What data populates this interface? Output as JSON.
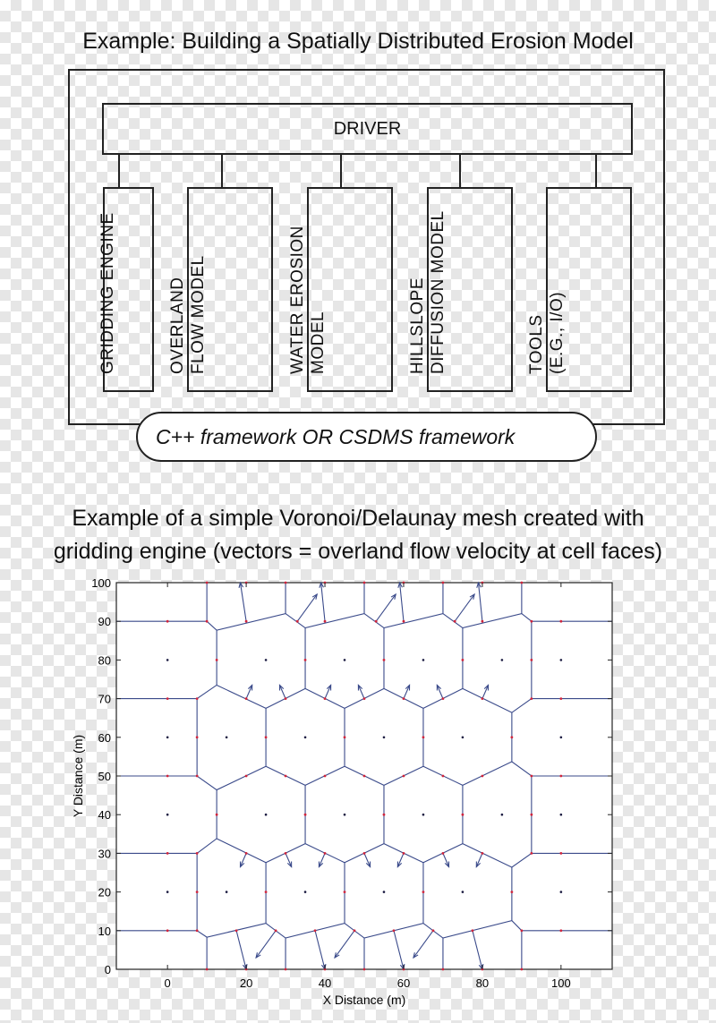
{
  "diagram": {
    "title": "Example: Building a Spatially Distributed Erosion  Model",
    "driver": "DRIVER",
    "modules": [
      {
        "line1": "GRIDDING ENGINE",
        "line2": ""
      },
      {
        "line1": "OVERLAND",
        "line2": "FLOW MODEL"
      },
      {
        "line1": "WATER EROSION",
        "line2": "MODEL"
      },
      {
        "line1": "HILLSLOPE",
        "line2": "DIFFUSION MODEL"
      },
      {
        "line1": "TOOLS",
        "line2": "(E.G., I/O)"
      }
    ],
    "framework": "C++ framework OR CSDMS framework"
  },
  "mesh_caption": {
    "line1": "Example of a simple Voronoi/Delaunay mesh created with",
    "line2": "gridding engine (vectors = overland flow velocity at cell faces)"
  },
  "chart_data": {
    "type": "scatter",
    "title": "",
    "xlabel": "X Distance (m)",
    "ylabel": "Y Distance (m)",
    "xlim": [
      -13,
      113
    ],
    "ylim": [
      0,
      100
    ],
    "xticks": [
      0,
      20,
      40,
      60,
      80,
      100
    ],
    "yticks": [
      0,
      10,
      20,
      30,
      40,
      50,
      60,
      70,
      80,
      90,
      100
    ],
    "colors": {
      "edge": "#3a4a8a",
      "node": "#1a1a40",
      "face": "#d0243c",
      "arrow": "#3a4a8a"
    },
    "cell_centers": [
      [
        0,
        80
      ],
      [
        25,
        80
      ],
      [
        45,
        80
      ],
      [
        65,
        80
      ],
      [
        85,
        80
      ],
      [
        100,
        80
      ],
      [
        0,
        60
      ],
      [
        15,
        60
      ],
      [
        35,
        60
      ],
      [
        55,
        60
      ],
      [
        75,
        60
      ],
      [
        100,
        60
      ],
      [
        0,
        40
      ],
      [
        25,
        40
      ],
      [
        45,
        40
      ],
      [
        65,
        40
      ],
      [
        85,
        40
      ],
      [
        100,
        40
      ],
      [
        0,
        20
      ],
      [
        15,
        20
      ],
      [
        35,
        20
      ],
      [
        55,
        20
      ],
      [
        75,
        20
      ],
      [
        100,
        20
      ]
    ],
    "voronoi_polylines": [
      [
        [
          -13,
          90
        ],
        [
          10,
          90
        ],
        [
          12.5,
          87.7
        ],
        [
          30,
          92
        ],
        [
          35,
          88.3
        ],
        [
          50,
          92
        ],
        [
          55,
          88.3
        ],
        [
          70,
          92
        ],
        [
          75,
          88.3
        ],
        [
          90,
          92
        ],
        [
          92.5,
          90
        ],
        [
          113,
          90
        ]
      ],
      [
        [
          10,
          100
        ],
        [
          10,
          90
        ]
      ],
      [
        [
          30,
          100
        ],
        [
          30,
          92
        ]
      ],
      [
        [
          50,
          100
        ],
        [
          50,
          92
        ]
      ],
      [
        [
          70,
          100
        ],
        [
          70,
          92
        ]
      ],
      [
        [
          90,
          100
        ],
        [
          90,
          92
        ]
      ],
      [
        [
          12.5,
          87.7
        ],
        [
          12.5,
          73.5
        ]
      ],
      [
        [
          35,
          88.3
        ],
        [
          35,
          72.6
        ]
      ],
      [
        [
          55,
          88.3
        ],
        [
          55,
          72.6
        ]
      ],
      [
        [
          75,
          88.3
        ],
        [
          75,
          72.6
        ]
      ],
      [
        [
          92.5,
          90
        ],
        [
          92.5,
          70
        ]
      ],
      [
        [
          -13,
          70
        ],
        [
          7.5,
          70
        ],
        [
          12.5,
          73.5
        ],
        [
          25,
          67.5
        ],
        [
          35,
          72.6
        ],
        [
          45,
          67.5
        ],
        [
          55,
          72.6
        ],
        [
          65,
          67.5
        ],
        [
          75,
          72.6
        ],
        [
          87.5,
          66.4
        ],
        [
          92.5,
          70
        ],
        [
          113,
          70
        ]
      ],
      [
        [
          7.5,
          70
        ],
        [
          7.5,
          50
        ]
      ],
      [
        [
          25,
          67.5
        ],
        [
          25,
          52.5
        ]
      ],
      [
        [
          45,
          67.5
        ],
        [
          45,
          52.5
        ]
      ],
      [
        [
          65,
          67.5
        ],
        [
          65,
          52.5
        ]
      ],
      [
        [
          87.5,
          66.4
        ],
        [
          87.5,
          53.7
        ]
      ],
      [
        [
          -13,
          50
        ],
        [
          7.5,
          50
        ],
        [
          12.5,
          46.4
        ],
        [
          25,
          52.5
        ],
        [
          35,
          47.6
        ],
        [
          45,
          52.5
        ],
        [
          55,
          47.6
        ],
        [
          65,
          52.5
        ],
        [
          75,
          47.6
        ],
        [
          87.5,
          53.7
        ],
        [
          92.5,
          50
        ],
        [
          113,
          50
        ]
      ],
      [
        [
          12.5,
          46.4
        ],
        [
          12.5,
          33.8
        ]
      ],
      [
        [
          35,
          47.6
        ],
        [
          35,
          32.5
        ]
      ],
      [
        [
          55,
          47.6
        ],
        [
          55,
          32.5
        ]
      ],
      [
        [
          75,
          47.6
        ],
        [
          75,
          32.5
        ]
      ],
      [
        [
          92.5,
          50
        ],
        [
          92.5,
          30
        ]
      ],
      [
        [
          -13,
          30
        ],
        [
          7.5,
          30
        ],
        [
          12.5,
          33.8
        ],
        [
          25,
          27.6
        ],
        [
          35,
          32.5
        ],
        [
          45,
          27.6
        ],
        [
          55,
          32.5
        ],
        [
          65,
          27.6
        ],
        [
          75,
          32.5
        ],
        [
          87.5,
          26.4
        ],
        [
          92.5,
          30
        ],
        [
          113,
          30
        ]
      ],
      [
        [
          7.5,
          30
        ],
        [
          7.5,
          10
        ]
      ],
      [
        [
          25,
          27.6
        ],
        [
          25,
          11.9
        ]
      ],
      [
        [
          45,
          27.6
        ],
        [
          45,
          11.9
        ]
      ],
      [
        [
          65,
          27.6
        ],
        [
          65,
          11.9
        ]
      ],
      [
        [
          87.5,
          26.4
        ],
        [
          87.5,
          12.6
        ]
      ],
      [
        [
          -13,
          10
        ],
        [
          7.5,
          10
        ],
        [
          10,
          8.3
        ],
        [
          25,
          11.9
        ],
        [
          30,
          8.1
        ],
        [
          45,
          11.9
        ],
        [
          50,
          8.1
        ],
        [
          65,
          11.9
        ],
        [
          70,
          8.1
        ],
        [
          87.5,
          12.6
        ],
        [
          90,
          10
        ],
        [
          113,
          10
        ]
      ],
      [
        [
          10,
          8.3
        ],
        [
          10,
          0
        ]
      ],
      [
        [
          30,
          8.1
        ],
        [
          30,
          0
        ]
      ],
      [
        [
          50,
          8.1
        ],
        [
          50,
          0
        ]
      ],
      [
        [
          70,
          8.1
        ],
        [
          70,
          0
        ]
      ],
      [
        [
          90,
          10
        ],
        [
          90,
          0
        ]
      ]
    ],
    "face_points": [
      [
        10,
        100
      ],
      [
        30,
        100
      ],
      [
        50,
        100
      ],
      [
        70,
        100
      ],
      [
        90,
        100
      ],
      [
        20,
        100
      ],
      [
        40,
        100
      ],
      [
        60,
        100
      ],
      [
        80,
        100
      ],
      [
        0,
        90
      ],
      [
        10,
        90
      ],
      [
        20,
        90
      ],
      [
        33,
        90
      ],
      [
        40,
        90
      ],
      [
        53,
        90
      ],
      [
        60,
        90
      ],
      [
        73,
        90
      ],
      [
        80,
        90
      ],
      [
        92.5,
        90
      ],
      [
        100,
        90
      ],
      [
        12.5,
        80
      ],
      [
        35,
        80
      ],
      [
        55,
        80
      ],
      [
        75,
        80
      ],
      [
        92.5,
        80
      ],
      [
        0,
        70
      ],
      [
        7.5,
        70
      ],
      [
        20,
        70
      ],
      [
        30,
        70
      ],
      [
        40,
        70
      ],
      [
        50,
        70
      ],
      [
        60,
        70
      ],
      [
        70,
        70
      ],
      [
        80,
        70
      ],
      [
        92.5,
        70
      ],
      [
        100,
        70
      ],
      [
        7.5,
        60
      ],
      [
        25,
        60
      ],
      [
        45,
        60
      ],
      [
        65,
        60
      ],
      [
        87.5,
        60
      ],
      [
        0,
        50
      ],
      [
        7.5,
        50
      ],
      [
        20,
        50
      ],
      [
        30,
        50
      ],
      [
        40,
        50
      ],
      [
        50,
        50
      ],
      [
        60,
        50
      ],
      [
        70,
        50
      ],
      [
        80,
        50
      ],
      [
        92.5,
        50
      ],
      [
        100,
        50
      ],
      [
        12.5,
        40
      ],
      [
        35,
        40
      ],
      [
        55,
        40
      ],
      [
        75,
        40
      ],
      [
        92.5,
        40
      ],
      [
        0,
        30
      ],
      [
        7.5,
        30
      ],
      [
        20,
        30
      ],
      [
        30,
        30
      ],
      [
        40,
        30
      ],
      [
        50,
        30
      ],
      [
        60,
        30
      ],
      [
        70,
        30
      ],
      [
        80,
        30
      ],
      [
        92.5,
        30
      ],
      [
        100,
        30
      ],
      [
        7.5,
        20
      ],
      [
        25,
        20
      ],
      [
        45,
        20
      ],
      [
        65,
        20
      ],
      [
        87.5,
        20
      ],
      [
        0,
        10
      ],
      [
        7.5,
        10
      ],
      [
        17.5,
        10
      ],
      [
        27.5,
        10
      ],
      [
        37.5,
        10
      ],
      [
        47.5,
        10
      ],
      [
        57.5,
        10
      ],
      [
        67.5,
        10
      ],
      [
        77.5,
        10
      ],
      [
        90,
        10
      ],
      [
        100,
        10
      ],
      [
        10,
        0
      ],
      [
        30,
        0
      ],
      [
        50,
        0
      ],
      [
        70,
        0
      ],
      [
        90,
        0
      ],
      [
        20,
        0
      ],
      [
        40,
        0
      ],
      [
        60,
        0
      ],
      [
        80,
        0
      ]
    ],
    "velocity_vectors": [
      [
        [
          20,
          90
        ],
        [
          18.5,
          100
        ]
      ],
      [
        [
          33,
          90
        ],
        [
          38,
          97
        ]
      ],
      [
        [
          40,
          90
        ],
        [
          39,
          100
        ]
      ],
      [
        [
          53,
          90
        ],
        [
          58,
          97
        ]
      ],
      [
        [
          60,
          90
        ],
        [
          59,
          100
        ]
      ],
      [
        [
          73,
          90
        ],
        [
          78,
          97
        ]
      ],
      [
        [
          80,
          90
        ],
        [
          79,
          100
        ]
      ],
      [
        [
          20,
          70
        ],
        [
          21.5,
          73.5
        ]
      ],
      [
        [
          30,
          70
        ],
        [
          28.5,
          73.5
        ]
      ],
      [
        [
          40,
          70
        ],
        [
          41.5,
          73.5
        ]
      ],
      [
        [
          50,
          70
        ],
        [
          48.5,
          73.5
        ]
      ],
      [
        [
          60,
          70
        ],
        [
          61.5,
          73.5
        ]
      ],
      [
        [
          70,
          70
        ],
        [
          68.5,
          73.5
        ]
      ],
      [
        [
          80,
          70
        ],
        [
          81.5,
          73.5
        ]
      ],
      [
        [
          20,
          30
        ],
        [
          18.5,
          26.5
        ]
      ],
      [
        [
          30,
          30
        ],
        [
          31.5,
          26.5
        ]
      ],
      [
        [
          40,
          30
        ],
        [
          38.5,
          26.5
        ]
      ],
      [
        [
          50,
          30
        ],
        [
          51.5,
          26.5
        ]
      ],
      [
        [
          60,
          30
        ],
        [
          58.5,
          26.5
        ]
      ],
      [
        [
          70,
          30
        ],
        [
          71.5,
          26.5
        ]
      ],
      [
        [
          80,
          30
        ],
        [
          78.5,
          26.5
        ]
      ],
      [
        [
          17.5,
          10
        ],
        [
          20,
          0
        ]
      ],
      [
        [
          27.5,
          10
        ],
        [
          22.5,
          3
        ]
      ],
      [
        [
          37.5,
          10
        ],
        [
          40,
          0
        ]
      ],
      [
        [
          47.5,
          10
        ],
        [
          42.5,
          3
        ]
      ],
      [
        [
          57.5,
          10
        ],
        [
          60,
          0
        ]
      ],
      [
        [
          67.5,
          10
        ],
        [
          62.5,
          3
        ]
      ],
      [
        [
          77.5,
          10
        ],
        [
          80,
          0
        ]
      ]
    ]
  }
}
